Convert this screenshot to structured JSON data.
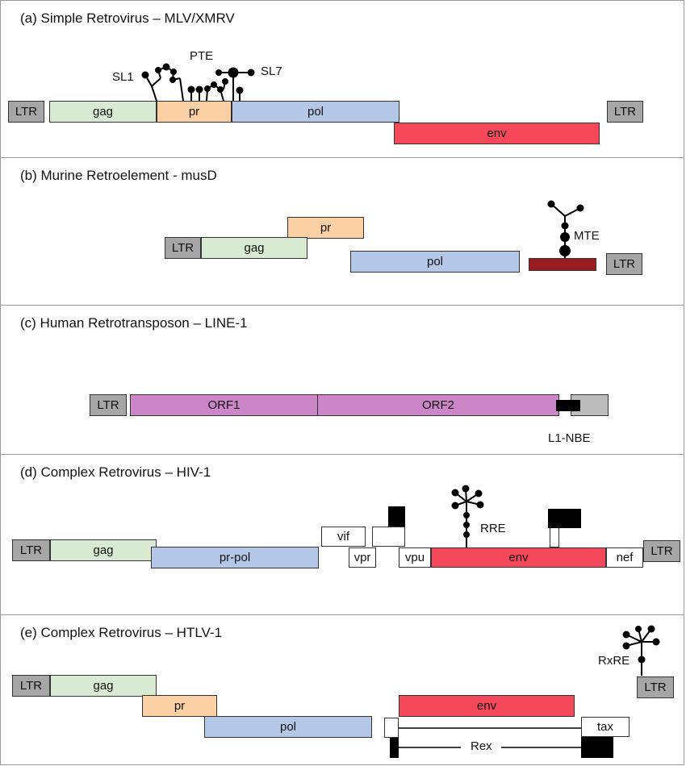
{
  "panels": [
    {
      "title": "(a) Simple Retrovirus – MLV/XMRV",
      "ltr_left": "LTR",
      "gag": "gag",
      "pr": "pr",
      "pol": "pol",
      "env": "env",
      "ltr_right": "LTR",
      "labels": {
        "sl1": "SL1",
        "pte": "PTE",
        "sl7": "SL7"
      }
    },
    {
      "title": "(b) Murine Retroelement - musD",
      "pr": "pr",
      "ltr_left": "LTR",
      "gag": "gag",
      "pol": "pol",
      "ltr_right": "LTR",
      "labels": {
        "mte": "MTE"
      }
    },
    {
      "title": "(c)  Human Retrotransposon – LINE-1",
      "ltr_left": "LTR",
      "orf1": "ORF1",
      "orf2": "ORF2",
      "labels": {
        "l1nbe": "L1-NBE"
      }
    },
    {
      "title": "(d) Complex Retrovirus – HIV-1",
      "ltr_left": "LTR",
      "gag": "gag",
      "prpol": "pr-pol",
      "vif": "vif",
      "vpr": "vpr",
      "vpu": "vpu",
      "env": "env",
      "nef": "nef",
      "ltr_right": "LTR",
      "labels": {
        "rre": "RRE"
      }
    },
    {
      "title": "(e) Complex Retrovirus – HTLV-1",
      "ltr_left": "LTR",
      "gag": "gag",
      "pr": "pr",
      "pol": "pol",
      "env": "env",
      "tax": "tax",
      "rex": "Rex",
      "ltr_right": "LTR",
      "labels": {
        "rxre": "RxRE"
      }
    }
  ],
  "colors": {
    "ltr": "#a6a6a6",
    "gag": "#d9ead3",
    "pr": "#fbd0a4",
    "pol": "#b4c7e7",
    "env": "#f5485a",
    "orf": "#cc85c6",
    "mte_bar": "#9b1b22"
  }
}
